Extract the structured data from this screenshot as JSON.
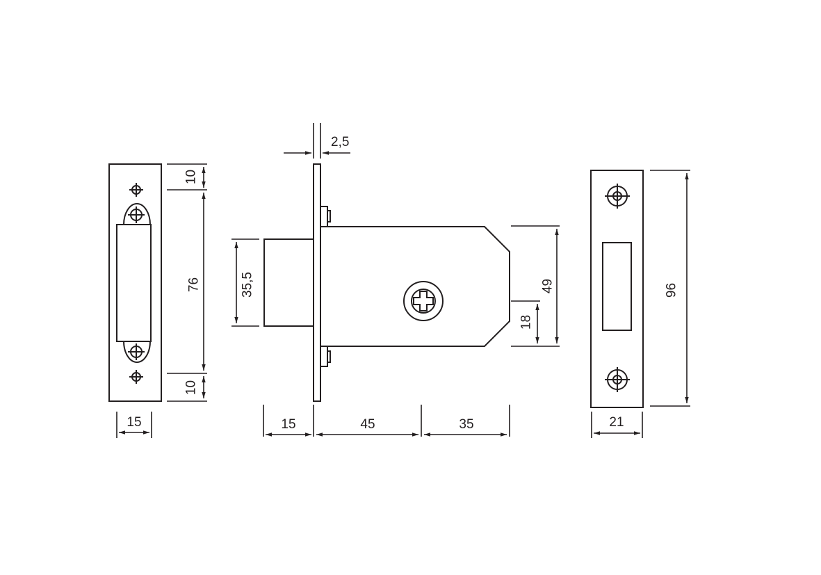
{
  "drawing": {
    "type": "technical dimension drawing",
    "subject": "mortice deadlock / latch with strike plates",
    "line_color": "#231f20",
    "background": "#ffffff",
    "units": "mm"
  },
  "left_strike_plate": {
    "dimensions": {
      "top_margin": "10",
      "opening_height": "76",
      "bottom_margin": "10",
      "width": "15"
    }
  },
  "lock_body": {
    "dimensions": {
      "faceplate_thickness": "2,5",
      "bolt_height": "35,5",
      "bolt_projection": "15",
      "backset_to_center": "45",
      "center_to_end": "35",
      "body_height": "49",
      "spindle_offset": "18"
    }
  },
  "right_strike_plate": {
    "dimensions": {
      "height": "96",
      "width": "21"
    }
  }
}
